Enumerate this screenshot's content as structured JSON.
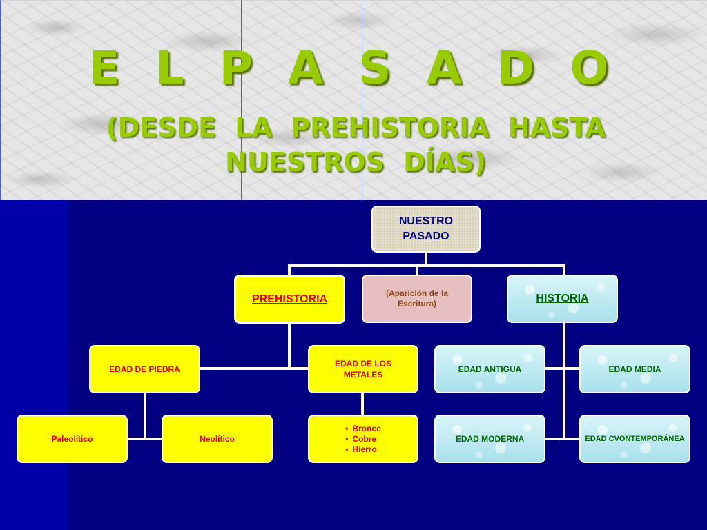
{
  "title": "E L    P A S A D O",
  "subtitle": "(DESDE LA PREHISTORIA HASTA NUESTROS DÍAS)",
  "nodes": {
    "root": "NUESTRO PASADO",
    "prehistoria": "PREHISTORIA",
    "aparicion": "(Aparición de la Escritura)",
    "historia": "HISTORIA",
    "edad_piedra": "EDAD DE PIEDRA",
    "edad_metales": "EDAD DE LOS METALES",
    "paleolitico": "Paleolítico",
    "neolitico": "Neolítico",
    "metales": [
      "Bronce",
      "Cobre",
      "Hierro"
    ],
    "edad_antigua": "EDAD ANTIGUA",
    "edad_media": "EDAD MEDIA",
    "edad_moderna": "EDAD MODERNA",
    "edad_contemporanea": "EDAD CVONTEMPORÁNEA"
  },
  "colors": {
    "title_green": "#99cc00",
    "background_blue": "#000080",
    "box_yellow": "#ffff00",
    "text_red": "#e00000",
    "text_green": "#006600"
  }
}
